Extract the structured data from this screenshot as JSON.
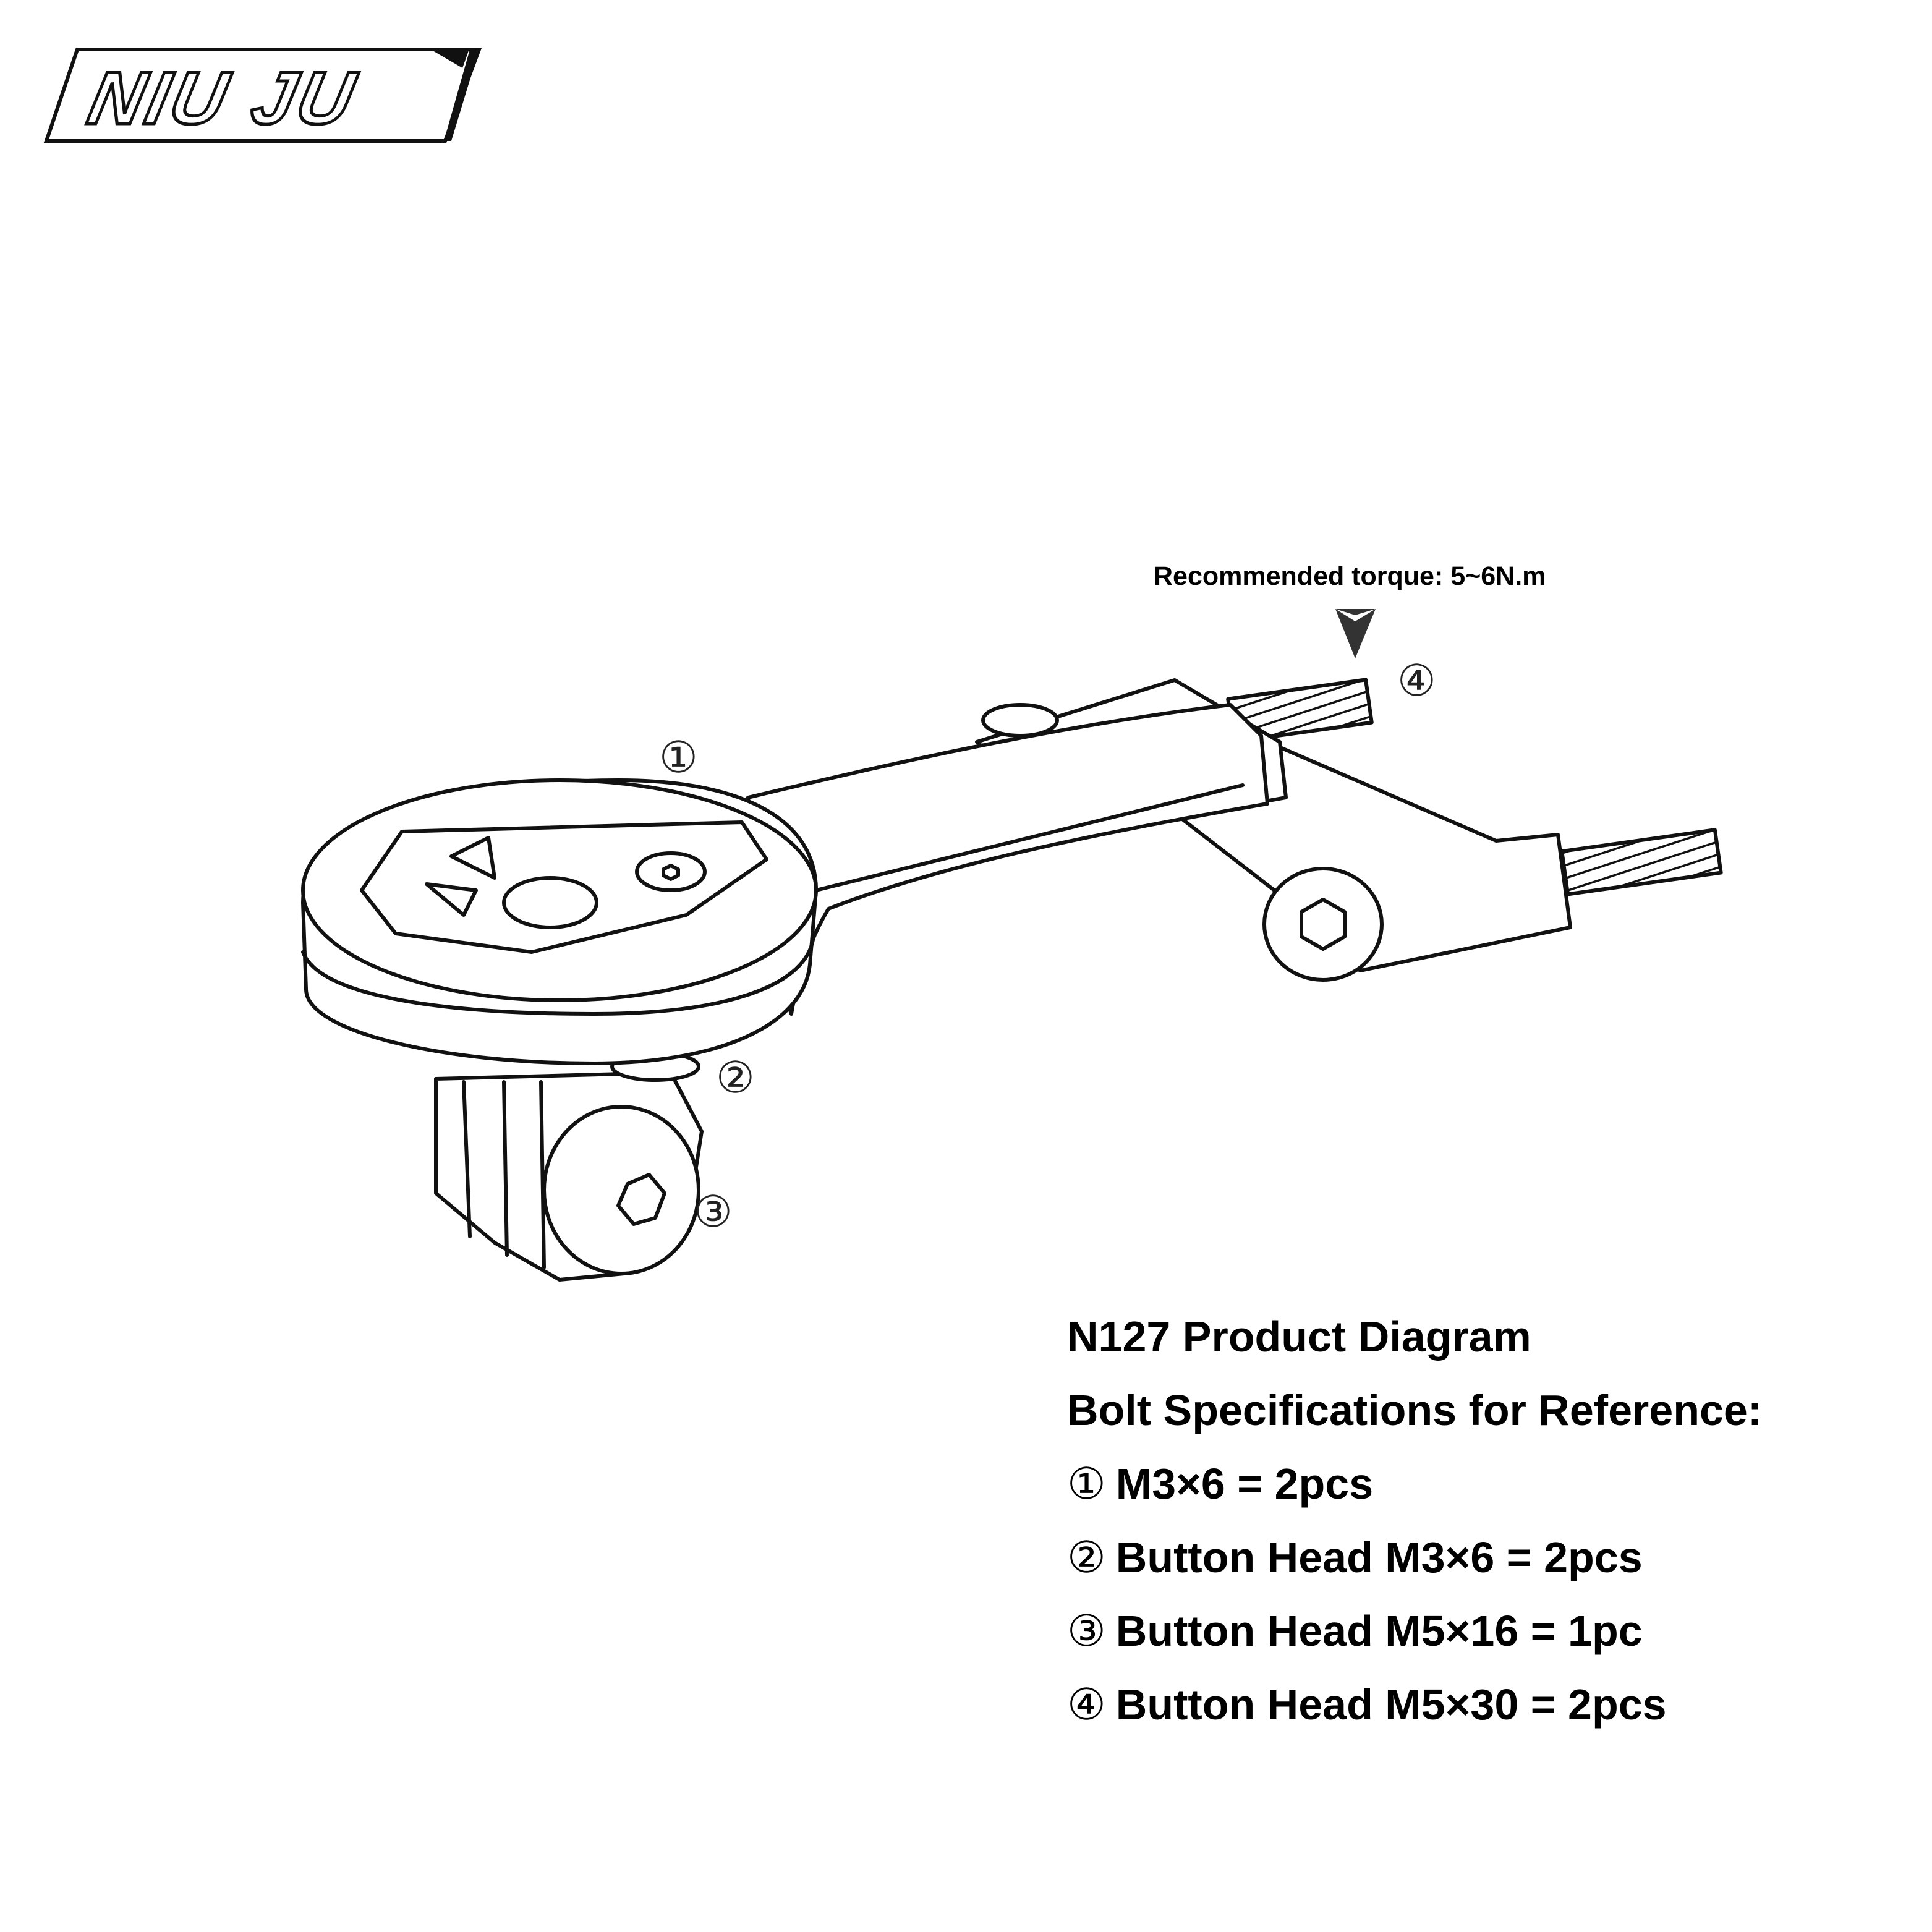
{
  "brand": {
    "logo_text": "NIU JU"
  },
  "annotations": {
    "torque_note": "Recommended torque: 5~6N.m",
    "callouts": [
      "①",
      "②",
      "③",
      "④"
    ]
  },
  "specs": {
    "title": "N127 Product Diagram",
    "subtitle": "Bolt Specifications for Reference:",
    "items": [
      {
        "num": "①",
        "text": "M3×6 = 2pcs"
      },
      {
        "num": "②",
        "text": "Button Head M3×6 = 2pcs"
      },
      {
        "num": "③",
        "text": "Button Head M5×16 = 1pc"
      },
      {
        "num": "④",
        "text": "Button Head M5×30 = 2pcs"
      }
    ]
  }
}
